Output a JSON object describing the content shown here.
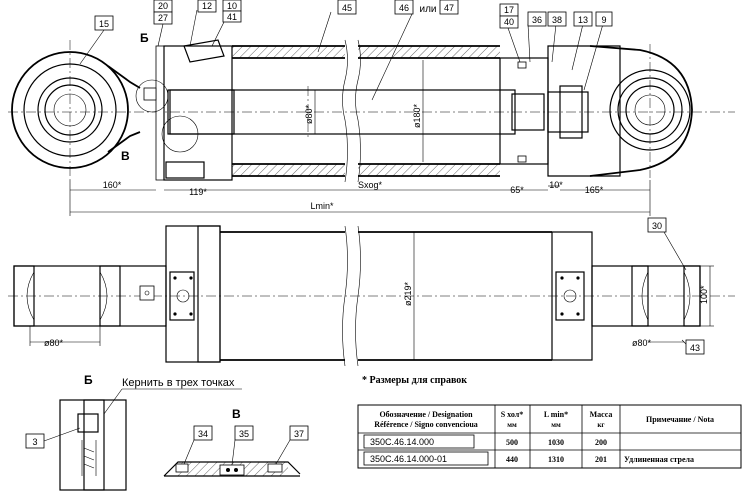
{
  "callouts": {
    "c15": "15",
    "c20": "20",
    "c27": "27",
    "c12": "12",
    "c10": "10",
    "c41": "41",
    "c45": "45",
    "c46": "46",
    "c47": "47",
    "ili": "или",
    "c17": "17",
    "c40": "40",
    "c36": "36",
    "c38": "38",
    "c13": "13",
    "c9": "9",
    "c30": "30",
    "c43": "43",
    "c3": "3",
    "c34": "34",
    "c35": "35",
    "c37": "37"
  },
  "labels": {
    "view_b": "Б",
    "view_v": "В",
    "view_b2": "Б",
    "view_v2": "В",
    "kernit": "Кернить в трех точках",
    "note": "* Размеры для справок"
  },
  "dims": {
    "d80_rod": "ø80*",
    "d180": "ø180*",
    "d219": "ø219*",
    "d80_left": "ø80*",
    "d80_right": "ø80*",
    "w100": "100*",
    "l160": "160*",
    "l119": "119*",
    "sxog": "Sxog*",
    "l65": "65*",
    "l10": "10*",
    "l165": "165*",
    "lmin": "Lmin*"
  },
  "table": {
    "headers": [
      "Обозначение / Designation\nRéférence / Signo convencioua",
      "S хол*\nмм",
      "L min*\nмм",
      "Масса\nкг",
      "Примечание / Nota"
    ],
    "rows": [
      {
        "designation": "350С.46.14.000",
        "s": "500",
        "lmin": "1030",
        "mass": "200",
        "note": ""
      },
      {
        "designation": "350С.46.14.000-01",
        "s": "440",
        "lmin": "1310",
        "mass": "201",
        "note": "Удлиненная стрела"
      }
    ]
  }
}
